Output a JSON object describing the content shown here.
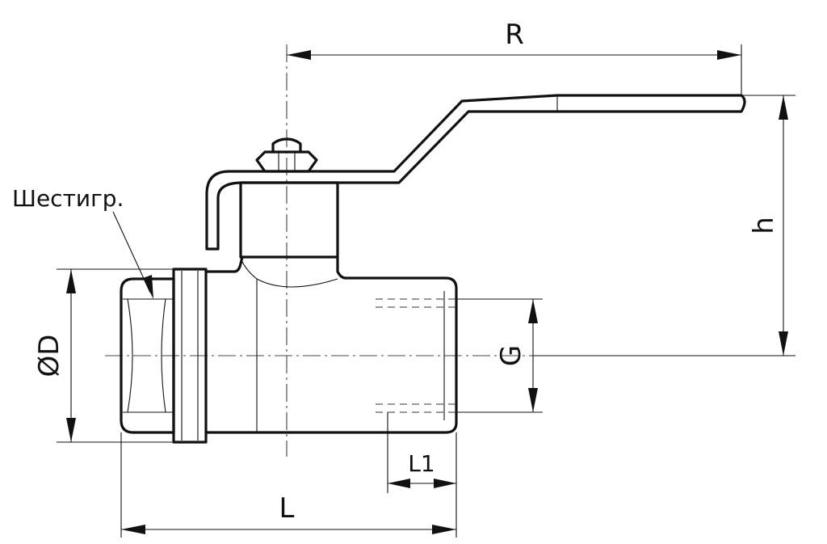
{
  "labels": {
    "R": "R",
    "h": "h",
    "hex_note": "Шестигр.",
    "D": "ØD",
    "G": "G",
    "L1": "L1",
    "L": "L"
  },
  "colors": {
    "line": "#111111",
    "background": "#ffffff"
  }
}
